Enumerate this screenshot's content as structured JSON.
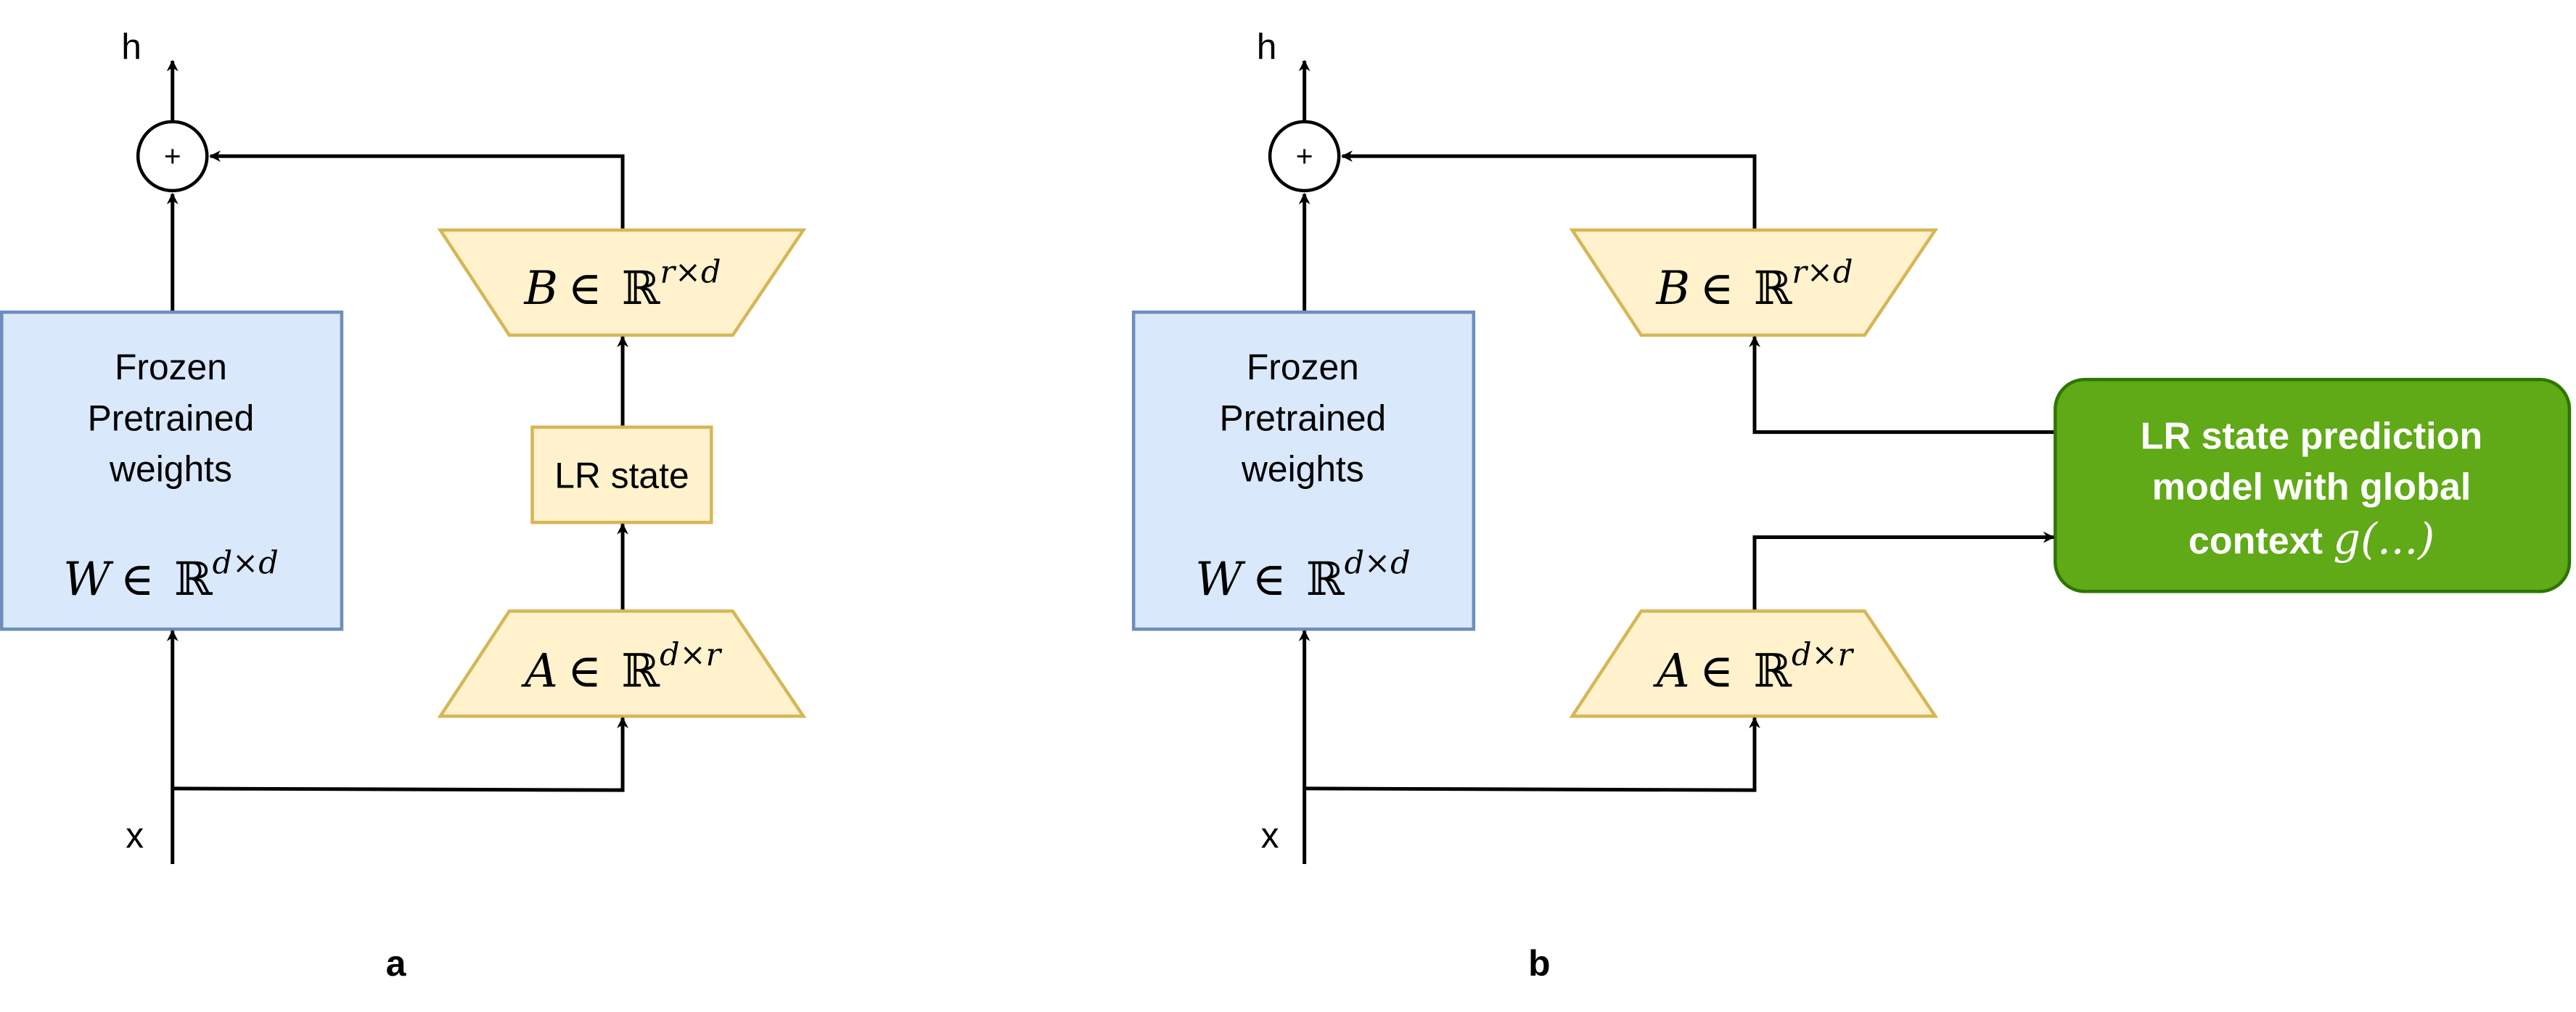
{
  "colors": {
    "frozen_fill": "#dae8fc",
    "frozen_stroke": "#6c8ebf",
    "adapter_fill": "#fff2cc",
    "adapter_stroke": "#d6b656",
    "predictor_fill": "#60a917",
    "predictor_stroke": "#2d7600",
    "line": "#000000"
  },
  "panel_a": {
    "label": "a",
    "output_label": "h",
    "input_label": "x",
    "sum_symbol": "+",
    "frozen": {
      "lines": [
        "Frozen",
        "Pretrained",
        "weights"
      ],
      "math": {
        "var": "W",
        "in": "∈",
        "set": "ℝ",
        "sup": "d×d"
      }
    },
    "b_matrix": {
      "var": "B",
      "in": "∈",
      "set": "ℝ",
      "sup": "r×d"
    },
    "a_matrix": {
      "var": "A",
      "in": "∈",
      "set": "ℝ",
      "sup": "d×r"
    },
    "lr_state": "LR state"
  },
  "panel_b": {
    "label": "b",
    "output_label": "h",
    "input_label": "x",
    "sum_symbol": "+",
    "frozen": {
      "lines": [
        "Frozen",
        "Pretrained",
        "weights"
      ],
      "math": {
        "var": "W",
        "in": "∈",
        "set": "ℝ",
        "sup": "d×d"
      }
    },
    "b_matrix": {
      "var": "B",
      "in": "∈",
      "set": "ℝ",
      "sup": "r×d"
    },
    "a_matrix": {
      "var": "A",
      "in": "∈",
      "set": "ℝ",
      "sup": "d×r"
    },
    "predictor": {
      "lines": [
        "LR state prediction",
        "model with global",
        "context "
      ],
      "math": "g(...)"
    }
  }
}
